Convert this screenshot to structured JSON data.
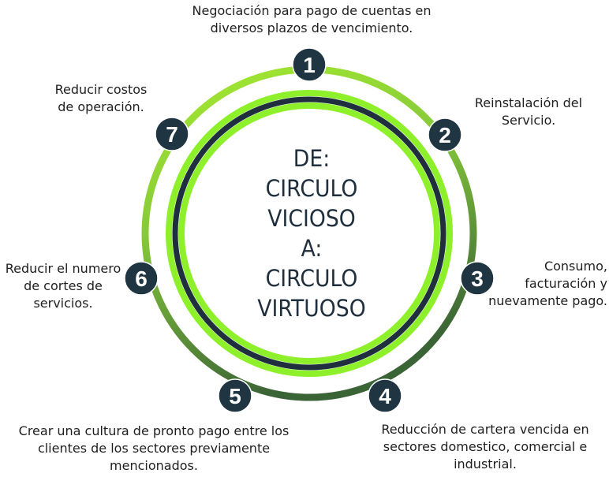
{
  "center": {
    "lines": [
      "DE:",
      "CIRCULO",
      "VICIOSO",
      "A:",
      "CIRCULO",
      "VIRTUOSO"
    ]
  },
  "colors": {
    "ring_top": "#99e62b",
    "ring_bottom": "#3f6b3a",
    "inner_ring": "#8ef02a",
    "inner_dark": "#1f2f3d",
    "badge": "#1f3541"
  },
  "steps": [
    {
      "number": "1",
      "lines": [
        "Negociación para pago de cuentas en",
        "diversos plazos de vencimiento."
      ]
    },
    {
      "number": "2",
      "lines": [
        "Reinstalación del",
        "Servicio."
      ]
    },
    {
      "number": "3",
      "lines": [
        "Consumo,",
        "facturación  y",
        "nuevamente pago."
      ]
    },
    {
      "number": "4",
      "lines": [
        "Reducción de cartera vencida en",
        "sectores domestico, comercial e",
        "industrial."
      ]
    },
    {
      "number": "5",
      "lines": [
        "Crear una cultura de pronto pago entre los",
        "clientes de los sectores previamente",
        "mencionados."
      ]
    },
    {
      "number": "6",
      "lines": [
        "Reducir el numero",
        "de cortes de",
        "servicios."
      ]
    },
    {
      "number": "7",
      "lines": [
        "Reducir costos",
        "de operación."
      ]
    }
  ]
}
